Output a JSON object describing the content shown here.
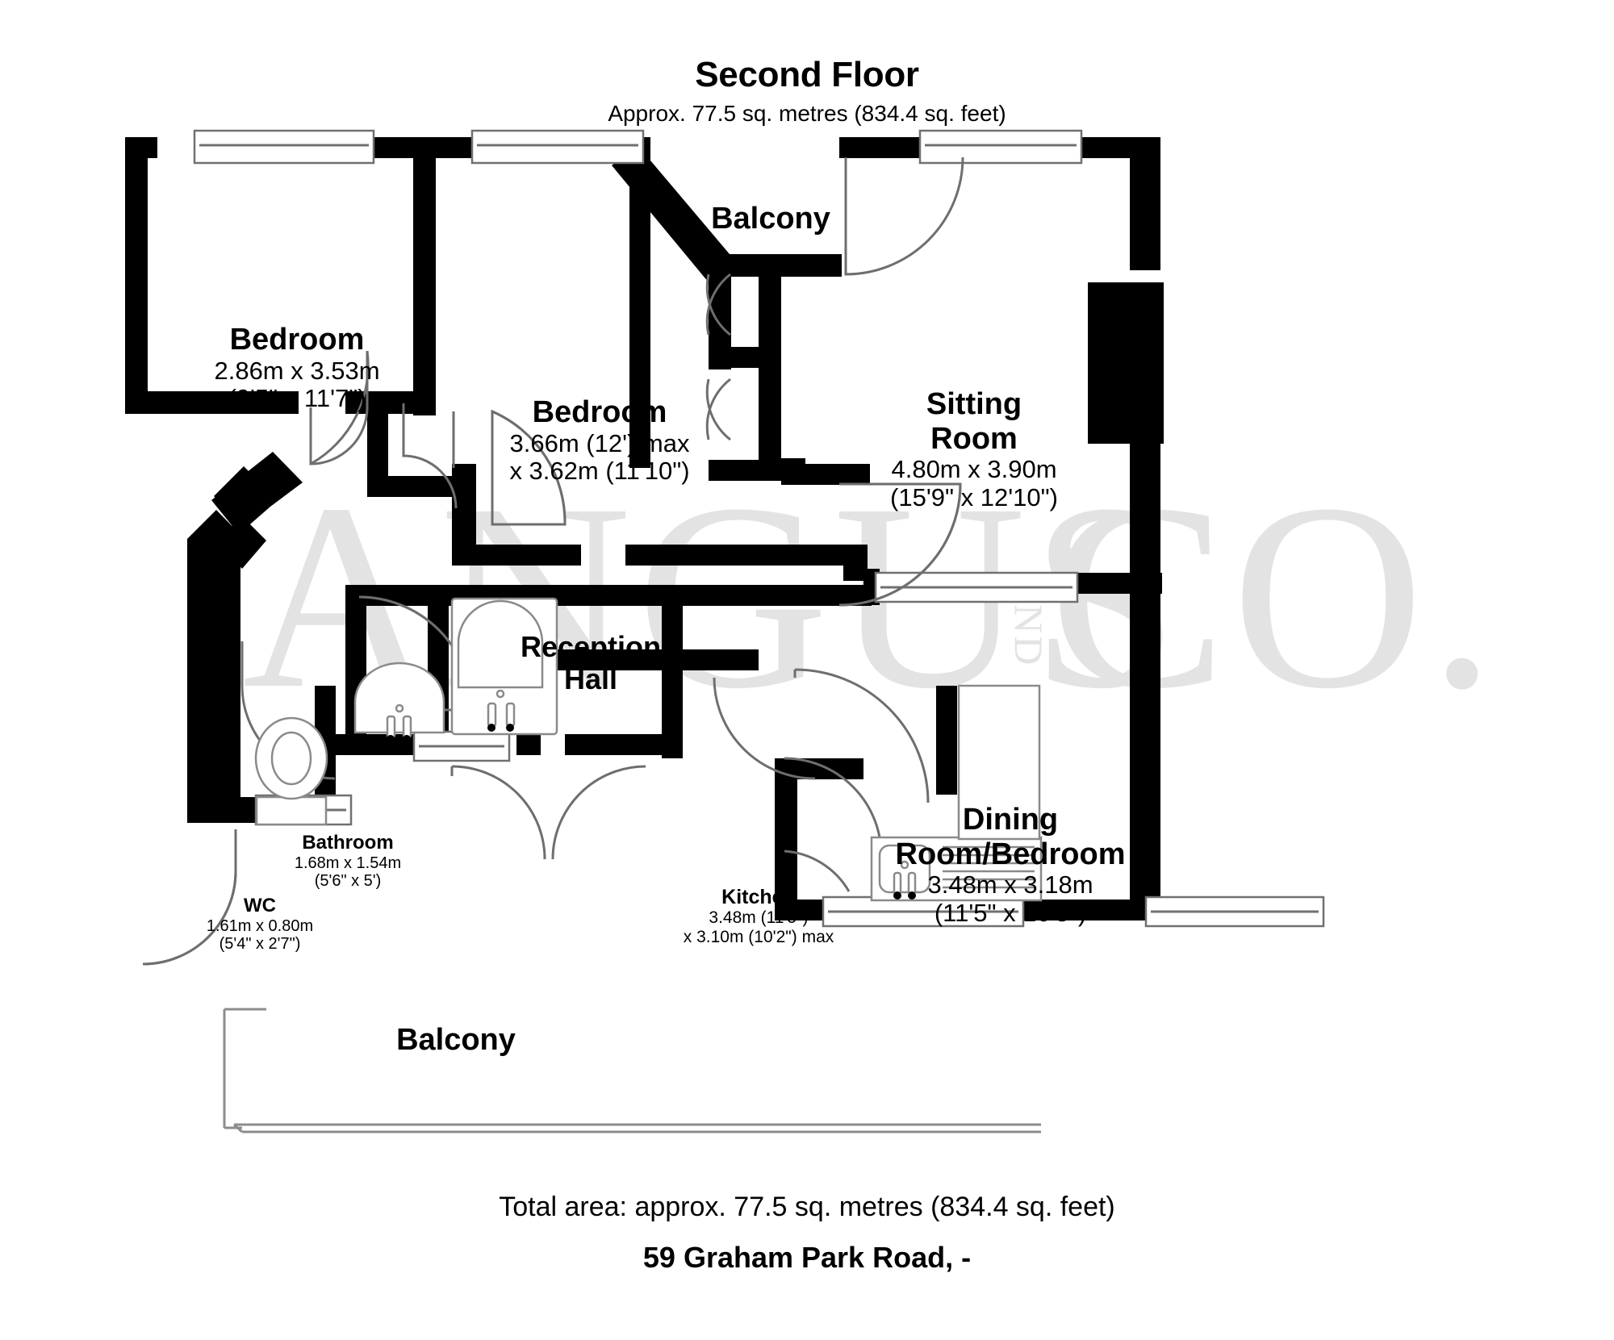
{
  "header": {
    "floor_title": "Second Floor",
    "floor_subtitle": "Approx. 77.5 sq. metres (834.4 sq. feet)"
  },
  "footer": {
    "total_area": "Total area: approx. 77.5 sq. metres (834.4 sq. feet)",
    "address": "59 Graham Park Road, -"
  },
  "watermark": {
    "text": "ANGUS",
    "amp": "&",
    "text2": "CO.",
    "small": "AND",
    "color": "#e0e0e0"
  },
  "colors": {
    "wall": "#000000",
    "thin_line": "#9a9a9a",
    "fixture_line": "#808080",
    "background": "#ffffff",
    "text": "#000000"
  },
  "rooms": [
    {
      "id": "bedroom-1",
      "name": "Bedroom",
      "dim_metric": "2.86m x 3.53m",
      "dim_imperial": "(9'5\" x 11'7\")"
    },
    {
      "id": "bedroom-2",
      "name": "Bedroom",
      "dim_metric": "3.66m (12') max",
      "dim_imperial": "x 3.62m (11'10\")"
    },
    {
      "id": "sitting-room",
      "name": "Sitting",
      "name2": "Room",
      "dim_metric": "4.80m x 3.90m",
      "dim_imperial": "(15'9\" x 12'10\")"
    },
    {
      "id": "dining-room-bedroom",
      "name": "Dining",
      "name2": "Room/Bedroom",
      "dim_metric": "3.48m x 3.18m",
      "dim_imperial": "(11'5\" x 10'5\")"
    },
    {
      "id": "reception-hall",
      "name": "Reception",
      "name2": "Hall"
    },
    {
      "id": "bathroom",
      "name": "Bathroom",
      "dim_metric": "1.68m x 1.54m",
      "dim_imperial": "(5'6\" x 5')"
    },
    {
      "id": "wc",
      "name": "WC",
      "dim_metric": "1.61m x 0.80m",
      "dim_imperial": "(5'4\" x 2'7\")"
    },
    {
      "id": "kitchen",
      "name": "Kitchen",
      "dim_metric": "3.48m (11'5\")",
      "dim_imperial": "x 3.10m (10'2\") max"
    },
    {
      "id": "balcony-top",
      "name": "Balcony"
    },
    {
      "id": "balcony-bottom",
      "name": "Balcony"
    }
  ]
}
